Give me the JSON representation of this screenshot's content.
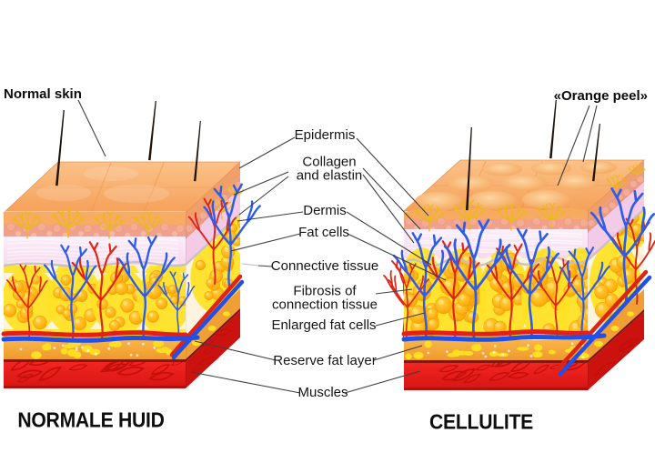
{
  "diagram": {
    "type": "skin-cross-section-comparison",
    "left_panel": {
      "caption": "Normal skin",
      "title": "NORMALE HUID"
    },
    "right_panel": {
      "caption": "«Orange peel»",
      "title": "CELLULITE"
    },
    "labels": {
      "epidermis": "Epidermis",
      "collagen": "Collagen\nand elastin",
      "dermis": "Dermis",
      "fat_cells": "Fat cells",
      "connective_tissue": "Connective tissue",
      "fibrosis": "Fibrosis of\nconnection tissue",
      "enlarged_fat_cells": "Enlarged fat cells",
      "reserve_fat": "Reserve fat layer",
      "muscles": "Muscles"
    },
    "colors": {
      "background": "#ffffff",
      "skin_top": "#f6a55c",
      "epidermis_band": "#f8ab62",
      "papillae_band": "#f1a18b",
      "dermis_pink": "#f9e4f1",
      "collagen_yellow": "#ecb91a",
      "fat_orange": "#ffb515",
      "fat_background_yellow": "#ffe226",
      "septa_white": "#fdf4e0",
      "vessel_red": "#e02414",
      "vessel_blue": "#2b5cec",
      "reserve_fat_orange": "#f6a93c",
      "muscle_red": "#ea1c16",
      "leader_line": "#3f3f3f",
      "text": "#141414"
    }
  }
}
